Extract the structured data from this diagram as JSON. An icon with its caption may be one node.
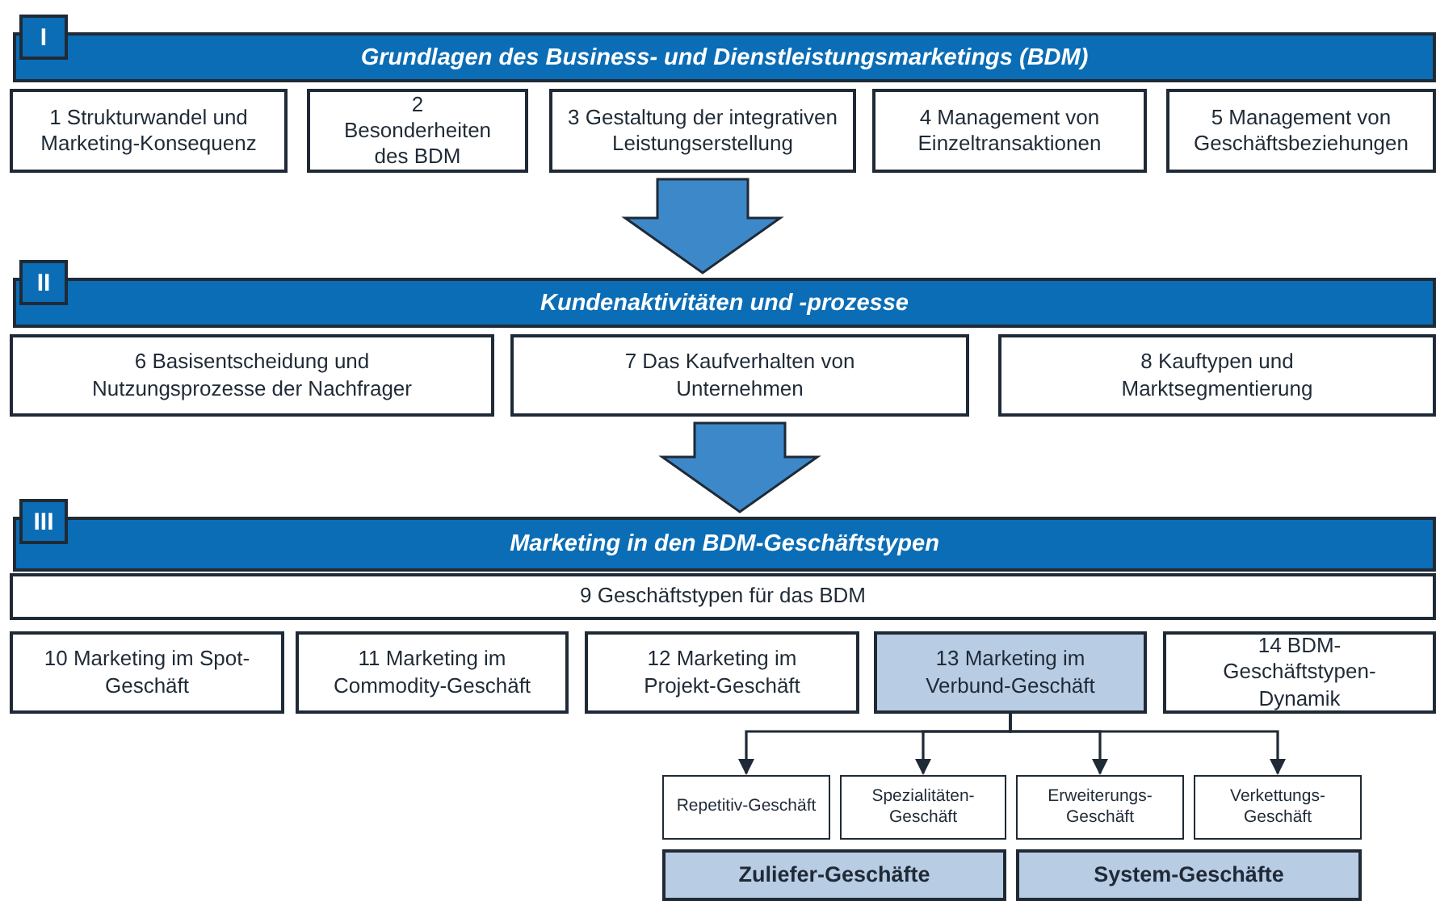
{
  "diagram": {
    "nodes": [
      {
        "text": [
          "I",
          "Grundlagen des Business- und Dienstleistungsmarketings (BDM)"
        ]
      },
      {
        "text": [
          "1 Strukturwandel und Marketing-Konsequenz"
        ]
      },
      {
        "text": [
          "2 Besonderheiten des BDM"
        ]
      },
      {
        "text": [
          "3 Gestaltung der integrativen Leistungserstellung"
        ]
      },
      {
        "text": [
          "4 Management von Einzeltransaktionen"
        ]
      },
      {
        "text": [
          "5 Management von Geschäftsbeziehungen"
        ]
      },
      {
        "text": [
          "II",
          "Kundenaktivitäten und -prozesse"
        ]
      },
      {
        "text": [
          "6 Basisentscheidung und Nutzungsprozesse der Nachfrager"
        ]
      },
      {
        "text": [
          "7 Das Kaufverhalten von Unternehmen"
        ]
      },
      {
        "text": [
          "8 Kauftypen und Marktsegmentierung"
        ]
      },
      {
        "text": [
          "III",
          "Marketing in den BDM-Geschäftstypen"
        ]
      },
      {
        "text": [
          "9 Geschäftstypen für das BDM"
        ]
      },
      {
        "text": [
          "10 Marketing im Spot-Geschäft"
        ]
      },
      {
        "text": [
          "11 Marketing im Commodity-Geschäft"
        ]
      },
      {
        "text": [
          "12 Marketing im Projekt-Geschäft"
        ]
      },
      {
        "text": [
          "13 Marketing im Verbund-Geschäft"
        ]
      },
      {
        "text": [
          "14 BDM-Geschäftstypen-Dynamik"
        ]
      },
      {
        "text": [
          "Repetitiv-Geschäft"
        ]
      },
      {
        "text": [
          "Spezialitäten-Geschäft"
        ]
      },
      {
        "text": [
          "Erweiterungs-Geschäft"
        ]
      },
      {
        "text": [
          "Verkettungs-Geschäft"
        ]
      },
      {
        "text": [
          "Zuliefer-Geschäfte"
        ]
      },
      {
        "text": [
          "System-Geschäfte"
        ]
      }
    ],
    "edges": [
      {
        "from": 3,
        "to": 6,
        "arrow": "to",
        "style": "thick",
        "color": "#3d88c9"
      },
      {
        "from": 8,
        "to": 10,
        "arrow": "to",
        "style": "thick",
        "color": "#3d88c9"
      },
      {
        "from": 15,
        "to": 17,
        "arrow": "to"
      },
      {
        "from": 15,
        "to": 18,
        "arrow": "to"
      },
      {
        "from": 15,
        "to": 19,
        "arrow": "to"
      },
      {
        "from": 15,
        "to": 20,
        "arrow": "to"
      }
    ]
  }
}
